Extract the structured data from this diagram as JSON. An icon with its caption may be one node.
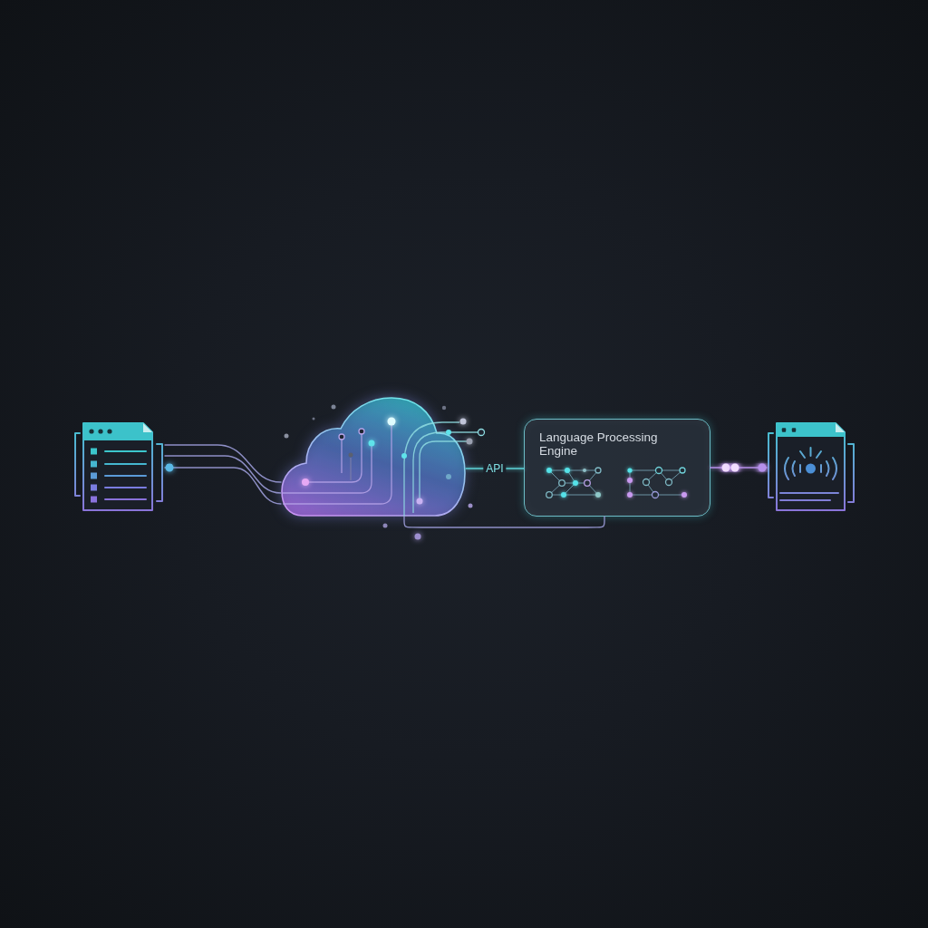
{
  "diagram": {
    "nodes": [
      {
        "text": [],
        "shape": "picture"
      },
      {
        "text": [],
        "shape": "cloud"
      },
      {
        "text": [
          "Language Processing Engine"
        ]
      },
      {
        "text": [],
        "shape": "picture"
      }
    ],
    "edges": [
      {
        "from": 0,
        "to": 1,
        "arrow": "none"
      },
      {
        "from": 0,
        "to": 1,
        "arrow": "none"
      },
      {
        "from": 1,
        "to": 0,
        "arrow": "other"
      },
      {
        "from": 1,
        "to": 2,
        "arrow": "none",
        "label": "API",
        "color": "#5ed3d9"
      },
      {
        "from": 1,
        "to": 2,
        "arrow": "none"
      },
      {
        "from": 2,
        "to": 3,
        "arrow": "other",
        "color": "#b690ea"
      }
    ]
  }
}
